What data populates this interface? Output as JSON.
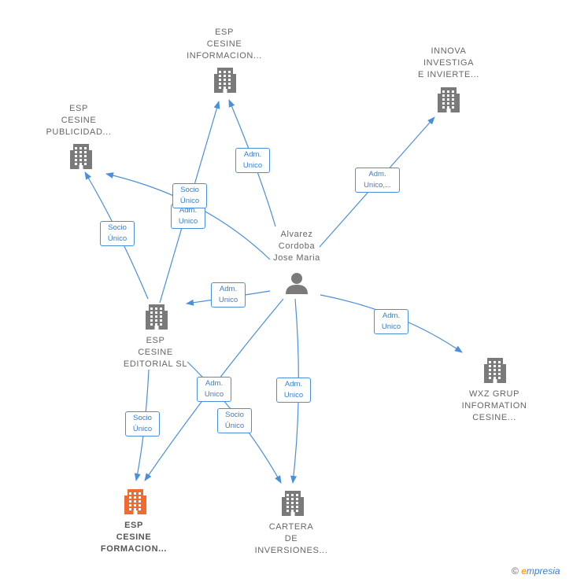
{
  "nodes": {
    "esp_cesine_informacion": {
      "lines": [
        "ESP",
        "CESINE",
        "INFORMACION..."
      ]
    },
    "innova_investiga": {
      "lines": [
        "INNOVA",
        "INVESTIGA",
        "E INVIERTE..."
      ]
    },
    "esp_cesine_publicidad": {
      "lines": [
        "ESP",
        "CESINE",
        "PUBLICIDAD..."
      ]
    },
    "alvarez_cordoba": {
      "lines": [
        "Alvarez",
        "Cordoba",
        "Jose Maria"
      ]
    },
    "esp_cesine_editorial": {
      "lines": [
        "ESP",
        "CESINE",
        "EDITORIAL  SL"
      ]
    },
    "wxz_grup": {
      "lines": [
        "WXZ GRUP",
        "INFORMATION",
        "CESINE..."
      ]
    },
    "esp_cesine_formacion": {
      "lines": [
        "ESP",
        "CESINE",
        "FORMACION..."
      ]
    },
    "cartera_inversiones": {
      "lines": [
        "CARTERA",
        "DE",
        "INVERSIONES..."
      ]
    }
  },
  "edges": {
    "adm_informacion": {
      "lines": [
        "Adm.",
        "Unico"
      ]
    },
    "adm_innova": {
      "lines": [
        "Adm.",
        "Unico,..."
      ]
    },
    "socio_informacion": {
      "lines": [
        "Socio",
        "Único"
      ]
    },
    "adm_publicidad": {
      "lines": [
        "Adm.",
        "Unico"
      ]
    },
    "socio_publicidad": {
      "lines": [
        "Socio",
        "Único"
      ]
    },
    "adm_editorial": {
      "lines": [
        "Adm.",
        "Unico"
      ]
    },
    "adm_wxz": {
      "lines": [
        "Adm.",
        "Unico"
      ]
    },
    "adm_formacion": {
      "lines": [
        "Adm.",
        "Unico"
      ]
    },
    "socio_cartera": {
      "lines": [
        "Socio",
        "Único"
      ]
    },
    "adm_cartera": {
      "lines": [
        "Adm.",
        "Unico"
      ]
    },
    "socio_formacion": {
      "lines": [
        "Socio",
        "Único"
      ]
    }
  },
  "colors": {
    "edge": "#4a8fd9",
    "line": "#4a8fd9",
    "building": "#7a7a7a",
    "highlight": "#f26a2e",
    "person": "#7a7a7a"
  },
  "footer": {
    "copyright": "©",
    "brand_first": "e",
    "brand_rest": "mpresia"
  }
}
